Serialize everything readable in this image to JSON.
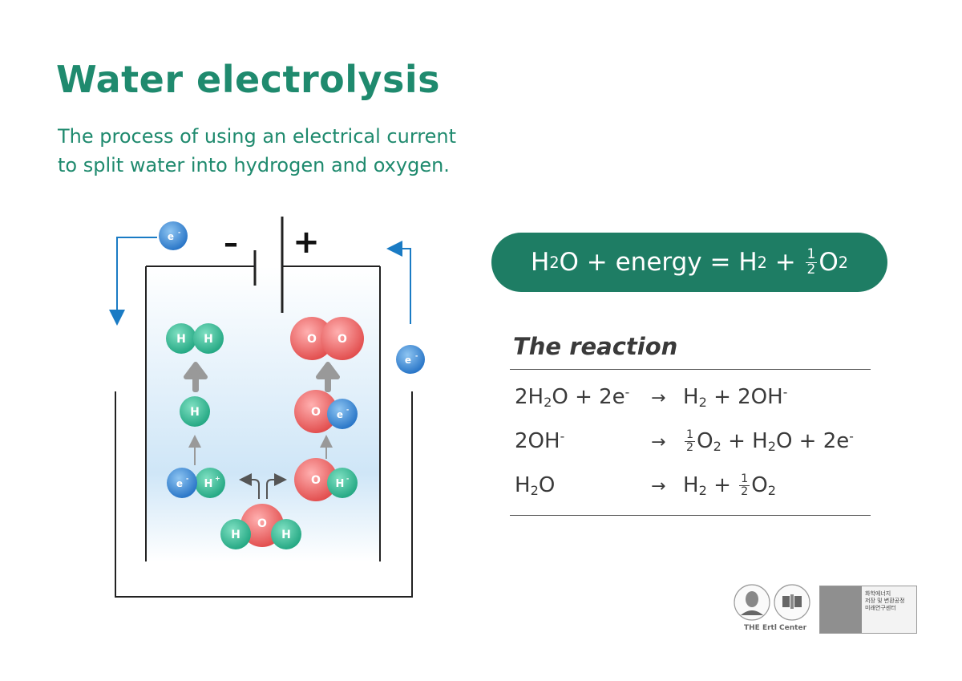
{
  "title": "Water electrolysis",
  "subtitle": {
    "line1": "The process of using an electrical current",
    "line2": "to split water into hydrogen and oxygen."
  },
  "equation": {
    "lhs": "H",
    "lhs_sub": "2",
    "lhs_rest": "O + energy = H",
    "h_sub": "2",
    "plus": " + ",
    "frac_num": "1",
    "frac_den": "2",
    "o": "O",
    "o_sub": "2"
  },
  "reaction": {
    "title": "The reaction",
    "rows": [
      {
        "lhs_a": "2H",
        "lhs_a_sub": "2",
        "lhs_b": "O + 2e",
        "lhs_b_sup": "-",
        "rhs_a": "H",
        "rhs_a_sub": "2",
        "rhs_b": " + 2OH",
        "rhs_b_sup": "-"
      },
      {
        "lhs_a": "2OH",
        "lhs_a_sup": "-",
        "rhs_num": "1",
        "rhs_den": "2",
        "rhs_a": "O",
        "rhs_a_sub": "2",
        "rhs_b": " + H",
        "rhs_b_sub": "2",
        "rhs_c": "O + 2e",
        "rhs_c_sup": "-"
      },
      {
        "lhs_a": "H",
        "lhs_a_sub": "2",
        "lhs_b": "O",
        "rhs_a": "H",
        "rhs_a_sub": "2",
        "rhs_b": " + ",
        "rhs_num": "1",
        "rhs_den": "2",
        "rhs_c": "O",
        "rhs_c_sub": "2"
      }
    ],
    "arrow": "→"
  },
  "diagram": {
    "minus": "–",
    "plus": "+",
    "electron": "e",
    "electron_sup": "-",
    "h": "H",
    "o": "O",
    "h_plus": "H",
    "h_plus_sup": "+",
    "h_minus": "H",
    "h_minus_sup": "-"
  },
  "logos": {
    "caption": "THE Ertl Center",
    "box_line1": "화학에너지",
    "box_line2": "저장 및 변환공정",
    "box_line3": "미래연구센터"
  },
  "colors": {
    "accent": "#1f8a6e",
    "pill": "#1e7d64",
    "arrow_blue": "#1a7bc4",
    "hydrogen": "#2fb48f",
    "oxygen": "#e65a5a",
    "electron": "#2f80d0",
    "text": "#3a3a3a"
  }
}
